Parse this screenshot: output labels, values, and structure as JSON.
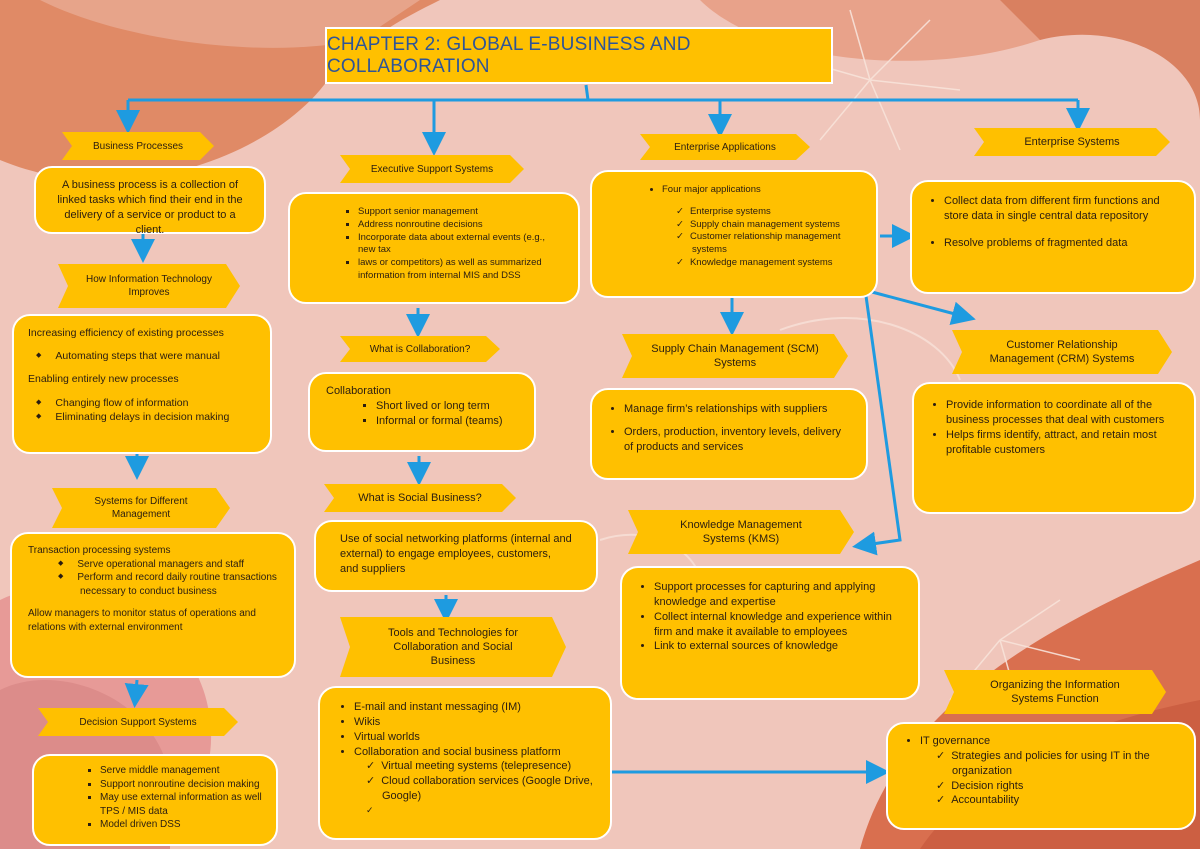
{
  "title": "CHAPTER 2: GLOBAL E-BUSINESS AND COLLABORATION",
  "colors": {
    "box": "#ffc000",
    "arrow": "#1e9be0",
    "title_text": "#2f5597",
    "background": "#f0c6bb"
  },
  "business_processes": {
    "label": "Business Processes",
    "definition": "A business process is a collection of linked tasks which find their end in the delivery of a service or product to a client."
  },
  "it_improves": {
    "label": "How Information Technology Improves",
    "efficiency_heading": "Increasing efficiency of existing processes",
    "efficiency_items": [
      "Automating steps that were manual"
    ],
    "new_heading": "Enabling entirely new processes",
    "new_items": [
      "Changing flow of information",
      "Eliminating delays in decision making"
    ]
  },
  "systems_management": {
    "label": "Systems for Different Management",
    "tps_heading": "Transaction processing systems",
    "tps_items": [
      "Serve operational managers and staff",
      "Perform and record daily routine transactions necessary to conduct business"
    ],
    "footer": "Allow managers to monitor status of operations and relations with external environment"
  },
  "dss": {
    "label": "Decision Support Systems",
    "items": [
      "Serve middle management",
      "Support nonroutine decision making",
      "May use external information as well TPS / MIS data",
      "Model driven DSS"
    ]
  },
  "ess": {
    "label": "Executive Support Systems",
    "items": [
      "Support senior management",
      "Address nonroutine decisions",
      "Incorporate data about external events (e.g., new tax",
      "laws or competitors) as well as summarized information from internal MIS and DSS"
    ]
  },
  "collaboration": {
    "label": "What is Collaboration?",
    "heading": "Collaboration",
    "items": [
      "Short lived or long term",
      "Informal or formal (teams)"
    ]
  },
  "social_business": {
    "label": "What is Social Business?",
    "text": "Use of social networking platforms (internal and external) to engage employees, customers, and suppliers"
  },
  "tools": {
    "label": "Tools and Technologies for Collaboration and Social Business",
    "items": [
      "E-mail and instant messaging (IM)",
      "Wikis",
      "Virtual worlds",
      "Collaboration and social business platform"
    ],
    "subitems": [
      "Virtual meeting systems (telepresence)",
      "Cloud collaboration services (Google Drive, Google)",
      ""
    ]
  },
  "enterprise_apps": {
    "label": "Enterprise Applications",
    "heading": "Four major applications",
    "items": [
      "Enterprise systems",
      "Supply chain management systems",
      "Customer relationship management systems",
      "Knowledge management systems"
    ]
  },
  "scm": {
    "label": "Supply Chain Management (SCM) Systems",
    "items": [
      "Manage firm’s relationships with suppliers",
      "Orders, production, inventory levels, delivery of products and services"
    ]
  },
  "kms": {
    "label": "Knowledge Management Systems (KMS)",
    "items": [
      "Support processes for capturing and applying knowledge and expertise",
      "Collect internal knowledge and experience within firm and make it available to employees",
      "Link to external sources of knowledge"
    ]
  },
  "enterprise_systems": {
    "label": "Enterprise Systems",
    "items": [
      "Collect data from different firm functions and store data in single central data repository",
      "Resolve problems of fragmented data"
    ]
  },
  "crm": {
    "label": "Customer Relationship Management (CRM) Systems",
    "items": [
      "Provide information to coordinate all of the business processes that deal with customers",
      "Helps firms identify, attract, and retain most profitable customers"
    ]
  },
  "org_is": {
    "label": "Organizing the Information Systems Function",
    "heading": "IT governance",
    "items": [
      "Strategies and policies for using IT in the organization",
      "Decision rights",
      "Accountability"
    ]
  }
}
